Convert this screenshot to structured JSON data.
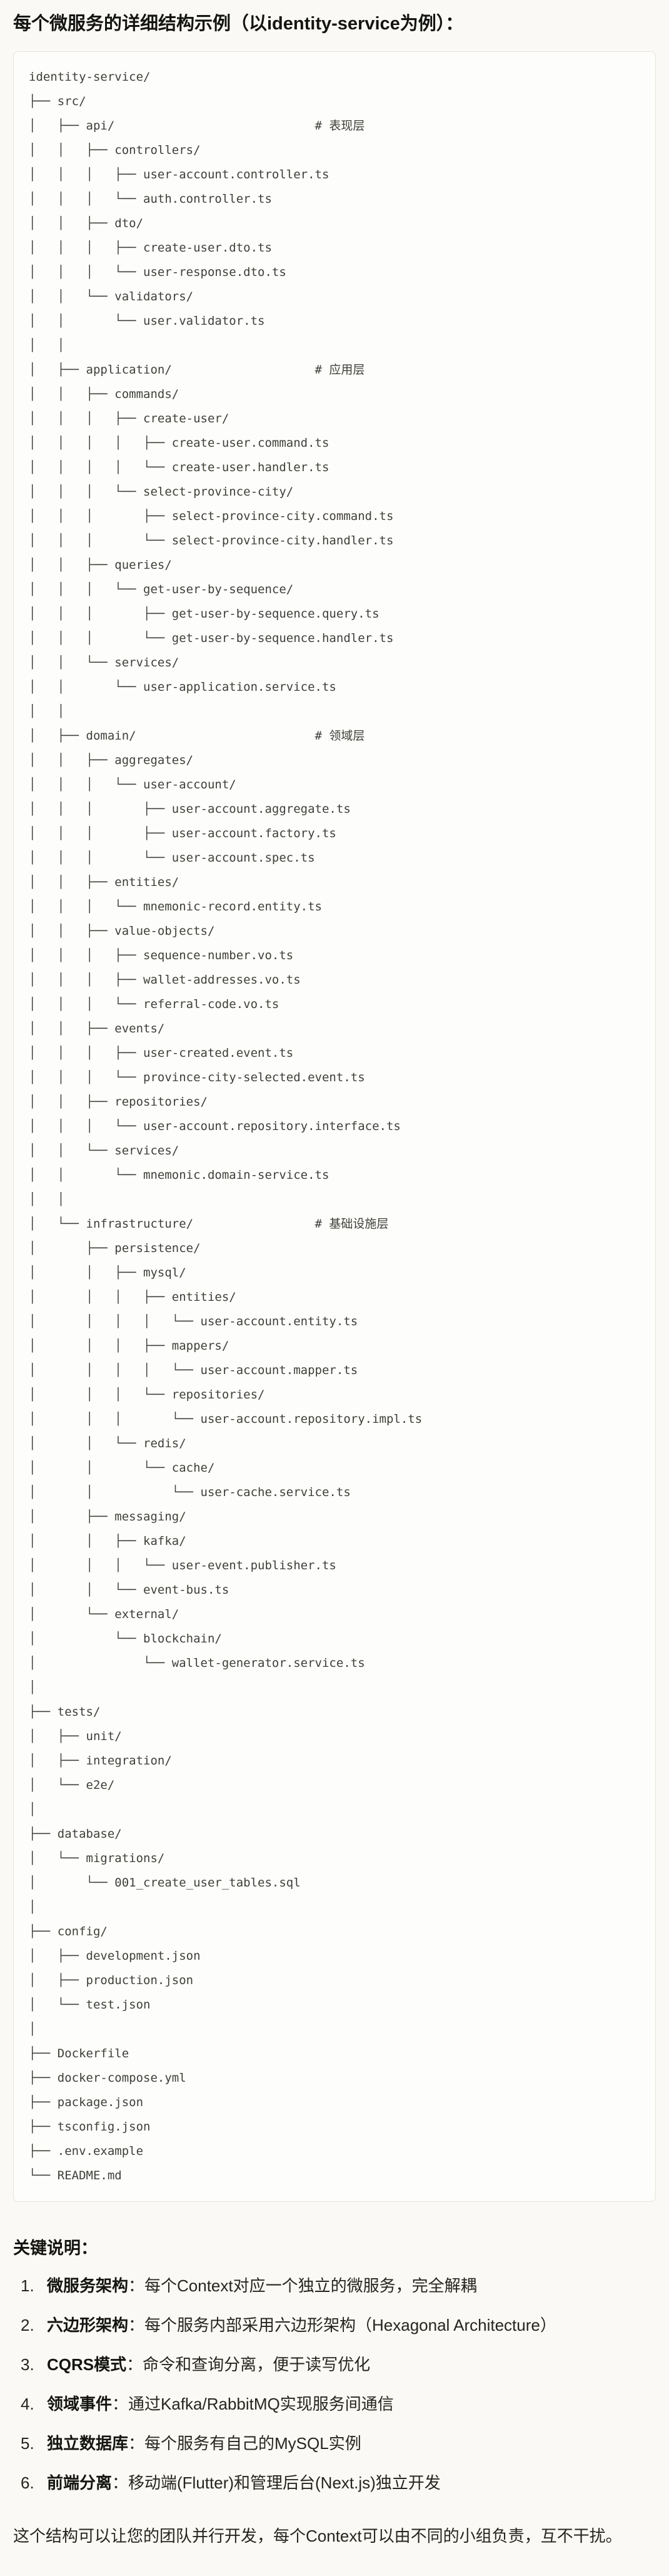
{
  "colors": {
    "page_bg": "#faf9f5",
    "code_bg": "#fdfdfb",
    "code_border": "#e5e3da",
    "body_text": "#26251f",
    "code_text": "#3f3e39"
  },
  "title": "每个微服务的详细结构示例（以identity-service为例）：",
  "tree": {
    "lines": [
      "identity-service/",
      "├── src/",
      "│   ├── api/                            # 表现层",
      "│   │   ├── controllers/",
      "│   │   │   ├── user-account.controller.ts",
      "│   │   │   └── auth.controller.ts",
      "│   │   ├── dto/",
      "│   │   │   ├── create-user.dto.ts",
      "│   │   │   └── user-response.dto.ts",
      "│   │   └── validators/",
      "│   │       └── user.validator.ts",
      "│   │",
      "│   ├── application/                    # 应用层",
      "│   │   ├── commands/",
      "│   │   │   ├── create-user/",
      "│   │   │   │   ├── create-user.command.ts",
      "│   │   │   │   └── create-user.handler.ts",
      "│   │   │   └── select-province-city/",
      "│   │   │       ├── select-province-city.command.ts",
      "│   │   │       └── select-province-city.handler.ts",
      "│   │   ├── queries/",
      "│   │   │   └── get-user-by-sequence/",
      "│   │   │       ├── get-user-by-sequence.query.ts",
      "│   │   │       └── get-user-by-sequence.handler.ts",
      "│   │   └── services/",
      "│   │       └── user-application.service.ts",
      "│   │",
      "│   ├── domain/                         # 领域层",
      "│   │   ├── aggregates/",
      "│   │   │   └── user-account/",
      "│   │   │       ├── user-account.aggregate.ts",
      "│   │   │       ├── user-account.factory.ts",
      "│   │   │       └── user-account.spec.ts",
      "│   │   ├── entities/",
      "│   │   │   └── mnemonic-record.entity.ts",
      "│   │   ├── value-objects/",
      "│   │   │   ├── sequence-number.vo.ts",
      "│   │   │   ├── wallet-addresses.vo.ts",
      "│   │   │   └── referral-code.vo.ts",
      "│   │   ├── events/",
      "│   │   │   ├── user-created.event.ts",
      "│   │   │   └── province-city-selected.event.ts",
      "│   │   ├── repositories/",
      "│   │   │   └── user-account.repository.interface.ts",
      "│   │   └── services/",
      "│   │       └── mnemonic.domain-service.ts",
      "│   │",
      "│   └── infrastructure/                 # 基础设施层",
      "│       ├── persistence/",
      "│       │   ├── mysql/",
      "│       │   │   ├── entities/",
      "│       │   │   │   └── user-account.entity.ts",
      "│       │   │   ├── mappers/",
      "│       │   │   │   └── user-account.mapper.ts",
      "│       │   │   └── repositories/",
      "│       │   │       └── user-account.repository.impl.ts",
      "│       │   └── redis/",
      "│       │       └── cache/",
      "│       │           └── user-cache.service.ts",
      "│       ├── messaging/",
      "│       │   ├── kafka/",
      "│       │   │   └── user-event.publisher.ts",
      "│       │   └── event-bus.ts",
      "│       └── external/",
      "│           └── blockchain/",
      "│               └── wallet-generator.service.ts",
      "│",
      "├── tests/",
      "│   ├── unit/",
      "│   ├── integration/",
      "│   └── e2e/",
      "│",
      "├── database/",
      "│   └── migrations/",
      "│       └── 001_create_user_tables.sql",
      "│",
      "├── config/",
      "│   ├── development.json",
      "│   ├── production.json",
      "│   └── test.json",
      "│",
      "├── Dockerfile",
      "├── docker-compose.yml",
      "├── package.json",
      "├── tsconfig.json",
      "├── .env.example",
      "└── README.md"
    ]
  },
  "notes": {
    "heading": "关键说明：",
    "items": [
      {
        "num": "1.",
        "term": "微服务架构",
        "desc": "：每个Context对应一个独立的微服务，完全解耦"
      },
      {
        "num": "2.",
        "term": "六边形架构",
        "desc": "：每个服务内部采用六边形架构（Hexagonal Architecture）"
      },
      {
        "num": "3.",
        "term": "CQRS模式",
        "desc": "：命令和查询分离，便于读写优化"
      },
      {
        "num": "4.",
        "term": "领域事件",
        "desc": "：通过Kafka/RabbitMQ实现服务间通信"
      },
      {
        "num": "5.",
        "term": "独立数据库",
        "desc": "：每个服务有自己的MySQL实例"
      },
      {
        "num": "6.",
        "term": "前端分离",
        "desc": "：移动端(Flutter)和管理后台(Next.js)独立开发"
      }
    ]
  },
  "footer": "这个结构可以让您的团队并行开发，每个Context可以由不同的小组负责，互不干扰。"
}
